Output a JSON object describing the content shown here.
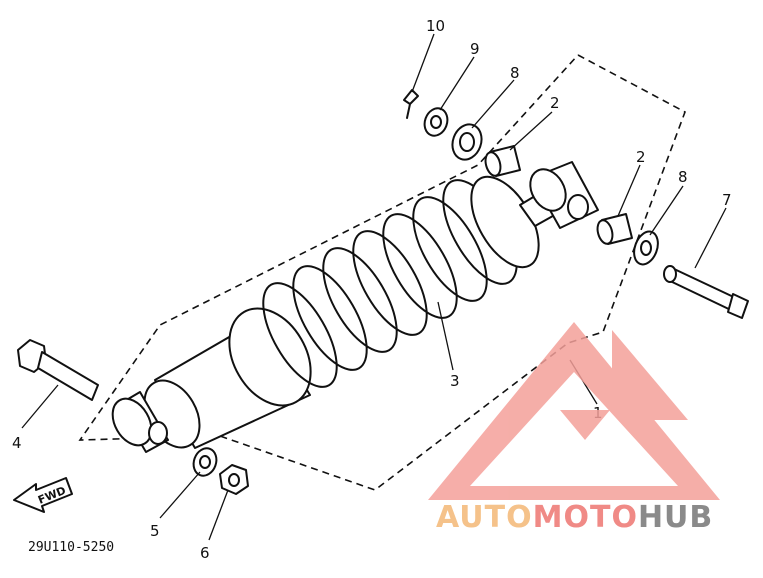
{
  "diagram": {
    "callouts": [
      "10",
      "9",
      "8",
      "2",
      "2",
      "8",
      "7",
      "3",
      "1",
      "4",
      "5",
      "6"
    ],
    "part_code": "29U110-5250",
    "direction_label": "FWD"
  },
  "watermark": {
    "part1": "AUTO",
    "part2": "MOTO",
    "part3": "HUB",
    "colors": {
      "auto": "#f5c28a",
      "moto": "#f08a86",
      "hub": "#8a8a8a",
      "logo": "#f4a09a"
    }
  }
}
